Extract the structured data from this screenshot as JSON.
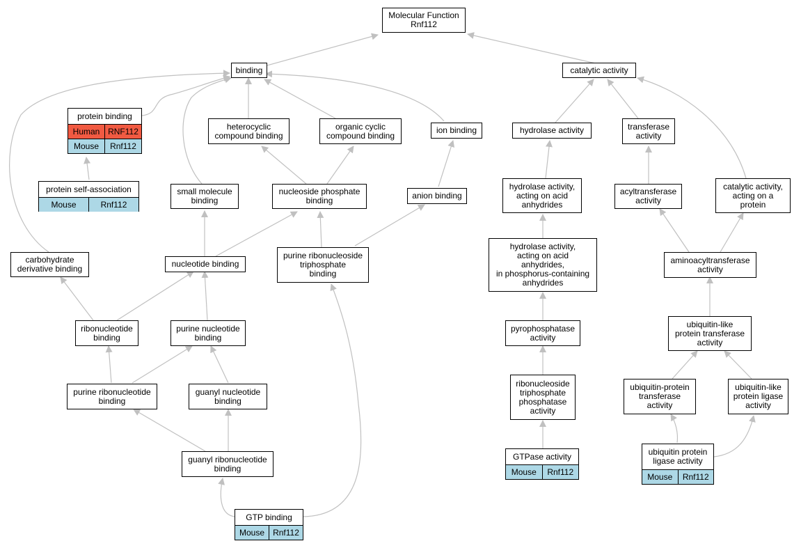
{
  "colors": {
    "edge": "#c0c0c0",
    "mouse": "#add8e6",
    "human": "#f15a42",
    "border": "#000000"
  },
  "nodes": {
    "molecular_function": {
      "label": "Molecular Function\nRnf112"
    },
    "binding": {
      "label": "binding"
    },
    "catalytic_activity": {
      "label": "catalytic activity"
    },
    "protein_binding": {
      "label": "protein binding",
      "rows": [
        {
          "species": "Human",
          "gene": "RNF112"
        },
        {
          "species": "Mouse",
          "gene": "Rnf112"
        }
      ]
    },
    "heterocyclic_compound_binding": {
      "label": "heterocyclic\ncompound binding"
    },
    "organic_cyclic_compound_binding": {
      "label": "organic cyclic\ncompound binding"
    },
    "ion_binding": {
      "label": "ion binding"
    },
    "hydrolase_activity": {
      "label": "hydrolase activity"
    },
    "transferase_activity": {
      "label": "transferase\nactivity"
    },
    "protein_self_association": {
      "label": "protein self-association",
      "rows": [
        {
          "species": "Mouse",
          "gene": "Rnf112"
        }
      ]
    },
    "small_molecule_binding": {
      "label": "small molecule\nbinding"
    },
    "nucleoside_phosphate_binding": {
      "label": "nucleoside phosphate\nbinding"
    },
    "anion_binding": {
      "label": "anion binding"
    },
    "hydrolase_acid_anhydrides": {
      "label": "hydrolase activity,\nacting on acid\nanhydrides"
    },
    "acyltransferase_activity": {
      "label": "acyltransferase\nactivity"
    },
    "catalytic_on_protein": {
      "label": "catalytic activity,\nacting on a\nprotein"
    },
    "carbohydrate_derivative_binding": {
      "label": "carbohydrate\nderivative binding"
    },
    "nucleotide_binding": {
      "label": "nucleotide binding"
    },
    "purine_ribonucleoside_triphosphate_binding": {
      "label": "purine ribonucleoside\ntriphosphate\nbinding"
    },
    "hydrolase_phosphorus_anhydrides": {
      "label": "hydrolase activity,\nacting on acid\nanhydrides,\nin phosphorus-containing\nanhydrides"
    },
    "aminoacyltransferase_activity": {
      "label": "aminoacyltransferase\nactivity"
    },
    "ribonucleotide_binding": {
      "label": "ribonucleotide\nbinding"
    },
    "purine_nucleotide_binding": {
      "label": "purine nucleotide\nbinding"
    },
    "pyrophosphatase_activity": {
      "label": "pyrophosphatase\nactivity"
    },
    "ubiquitin_like_transferase": {
      "label": "ubiquitin-like\nprotein transferase\nactivity"
    },
    "purine_ribonucleotide_binding": {
      "label": "purine ribonucleotide\nbinding"
    },
    "guanyl_nucleotide_binding": {
      "label": "guanyl nucleotide\nbinding"
    },
    "ribonucleoside_triphosphate_phosphatase": {
      "label": "ribonucleoside\ntriphosphate\nphosphatase\nactivity"
    },
    "ubiquitin_protein_transferase": {
      "label": "ubiquitin-protein\ntransferase\nactivity"
    },
    "ubiquitin_like_ligase": {
      "label": "ubiquitin-like\nprotein ligase\nactivity"
    },
    "guanyl_ribonucleotide_binding": {
      "label": "guanyl ribonucleotide\nbinding"
    },
    "gtpase_activity": {
      "label": "GTPase activity",
      "rows": [
        {
          "species": "Mouse",
          "gene": "Rnf112"
        }
      ]
    },
    "ubiquitin_protein_ligase": {
      "label": "ubiquitin protein\nligase activity",
      "rows": [
        {
          "species": "Mouse",
          "gene": "Rnf112"
        }
      ]
    },
    "gtp_binding": {
      "label": "GTP binding",
      "rows": [
        {
          "species": "Mouse",
          "gene": "Rnf112"
        }
      ]
    }
  }
}
